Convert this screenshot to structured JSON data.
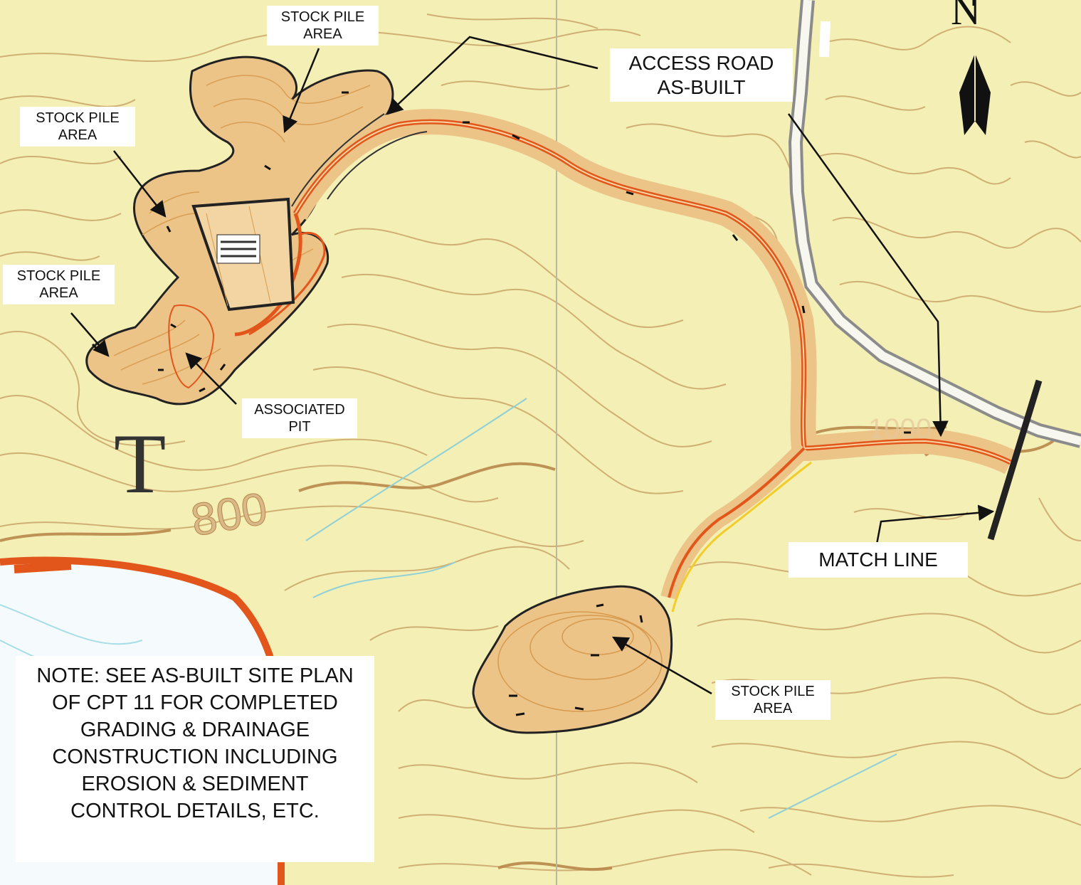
{
  "title": "Access road as-built map",
  "callouts": {
    "stockpile_top": [
      "STOCK PILE",
      "AREA"
    ],
    "stockpile_left_upper": [
      "STOCK PILE",
      "AREA"
    ],
    "stockpile_left_lower": [
      "STOCK PILE",
      "AREA"
    ],
    "stockpile_lower_right": [
      "STOCK PILE",
      "AREA"
    ],
    "associated_pit": [
      "ASSOCIATED",
      "PIT"
    ],
    "access_road": [
      "ACCESS ROAD",
      "AS-BUILT"
    ],
    "match_line": "MATCH LINE"
  },
  "note_lines": [
    "NOTE: SEE AS-BUILT SITE PLAN",
    "OF CPT 11 FOR COMPLETED",
    "GRADING & DRAINAGE",
    "CONSTRUCTION INCLUDING",
    "EROSION & SEDIMENT",
    "CONTROL DETAILS, ETC."
  ],
  "map_labels": {
    "contour_elevation": "800",
    "contour_elevation_right": "1000",
    "benchmark_symbol": "T",
    "north_letter": "N"
  },
  "colors": {
    "map_background": "#f4efb4",
    "contour": "#c9a46a",
    "road": "#e2561b",
    "pad_fill": "#ecc488",
    "outline": "#222222",
    "stream": "#8fd0d6",
    "label_background": "#ffffff"
  }
}
